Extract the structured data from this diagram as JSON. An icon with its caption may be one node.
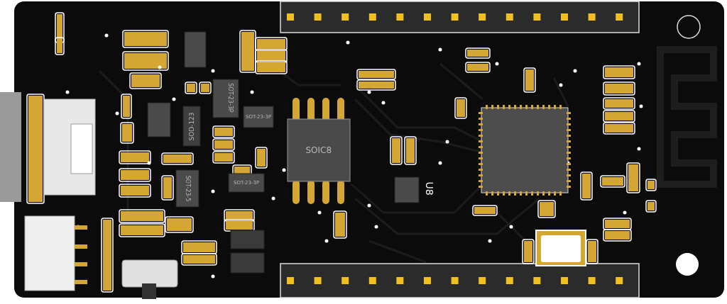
{
  "diagram": {
    "labels": [
      "SOT-23-3P",
      "SOD-123",
      "SOT-23-3P",
      "SOIC8",
      "SOT-23-5",
      "SOT-23-3P",
      "U8"
    ]
  }
}
